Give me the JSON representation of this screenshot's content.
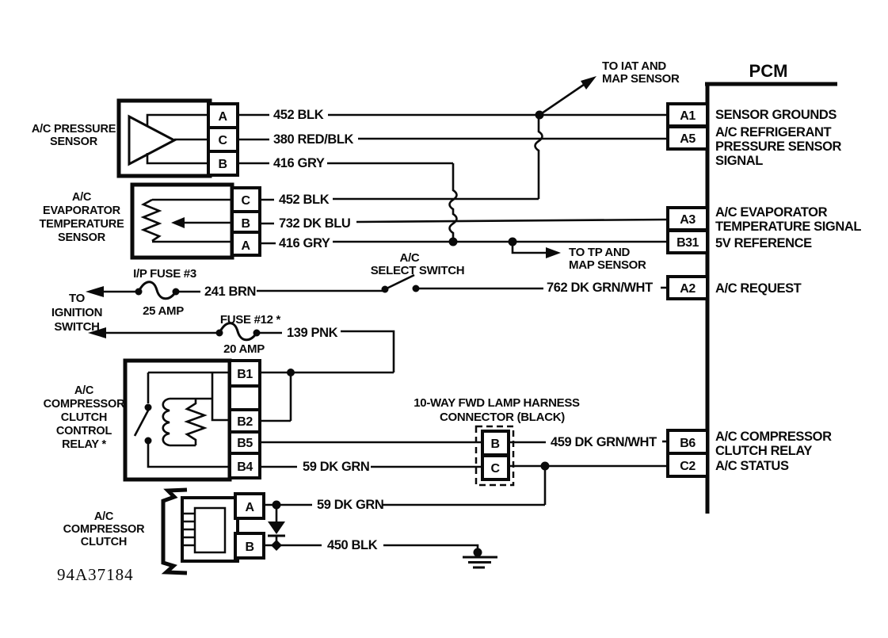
{
  "figure_id": "94A37184",
  "pcm": {
    "title": "PCM",
    "pins": [
      {
        "id": "A1",
        "lines": [
          "SENSOR GROUNDS"
        ]
      },
      {
        "id": "A5",
        "lines": [
          "A/C REFRIGERANT",
          "PRESSURE SENSOR",
          "SIGNAL"
        ]
      },
      {
        "id": "A3",
        "lines": [
          "A/C EVAPORATOR",
          "TEMPERATURE SIGNAL"
        ]
      },
      {
        "id": "B31",
        "lines": [
          "5V REFERENCE"
        ]
      },
      {
        "id": "A2",
        "lines": [
          "A/C REQUEST"
        ]
      },
      {
        "id": "B6",
        "lines": [
          "A/C COMPRESSOR",
          "CLUTCH RELAY"
        ]
      },
      {
        "id": "C2",
        "lines": [
          "A/C STATUS"
        ]
      }
    ]
  },
  "components": {
    "pressure_sensor": {
      "lines": [
        "A/C PRESSURE",
        "SENSOR"
      ],
      "pins": [
        "A",
        "C",
        "B"
      ]
    },
    "evap_sensor": {
      "lines": [
        "A/C",
        "EVAPORATOR",
        "TEMPERATURE",
        "SENSOR"
      ],
      "pins": [
        "C",
        "B",
        "A"
      ]
    },
    "relay": {
      "lines": [
        "A/C",
        "COMPRESSOR",
        "CLUTCH",
        "CONTROL",
        "RELAY *"
      ],
      "pins": [
        "B1",
        "B2",
        "B5",
        "B4"
      ]
    },
    "clutch": {
      "lines": [
        "A/C",
        "COMPRESSOR",
        "CLUTCH"
      ],
      "pins": [
        "A",
        "B"
      ]
    },
    "harness_connector": {
      "lines": [
        "10-WAY FWD LAMP HARNESS",
        "CONNECTOR (BLACK)"
      ],
      "pins": [
        "B",
        "C"
      ]
    },
    "select_switch": {
      "lines": [
        "A/C",
        "SELECT SWITCH"
      ]
    },
    "fuse_ip3": {
      "name": "I/P FUSE #3",
      "rating": "25 AMP"
    },
    "fuse_12": {
      "name": "FUSE #12 *",
      "rating": "20 AMP"
    }
  },
  "wires": {
    "w452_pressure": "452 BLK",
    "w380": "380 RED/BLK",
    "w416_pressure": "416 GRY",
    "w452_evap": "452 BLK",
    "w732": "732 DK BLU",
    "w416_evap": "416 GRY",
    "w241": "241 BRN",
    "w762": "762 DK GRN/WHT",
    "w139": "139 PNK",
    "w459": "459 DK GRN/WHT",
    "w59_relay": "59 DK GRN",
    "w59_clutch": "59 DK GRN",
    "w450": "450 BLK"
  },
  "annotations": {
    "to_iat": [
      "TO IAT AND",
      "MAP SENSOR"
    ],
    "to_tp": [
      "TO TP AND",
      "MAP SENSOR"
    ],
    "to_ignition": [
      "TO",
      "IGNITION",
      "SWITCH"
    ]
  }
}
